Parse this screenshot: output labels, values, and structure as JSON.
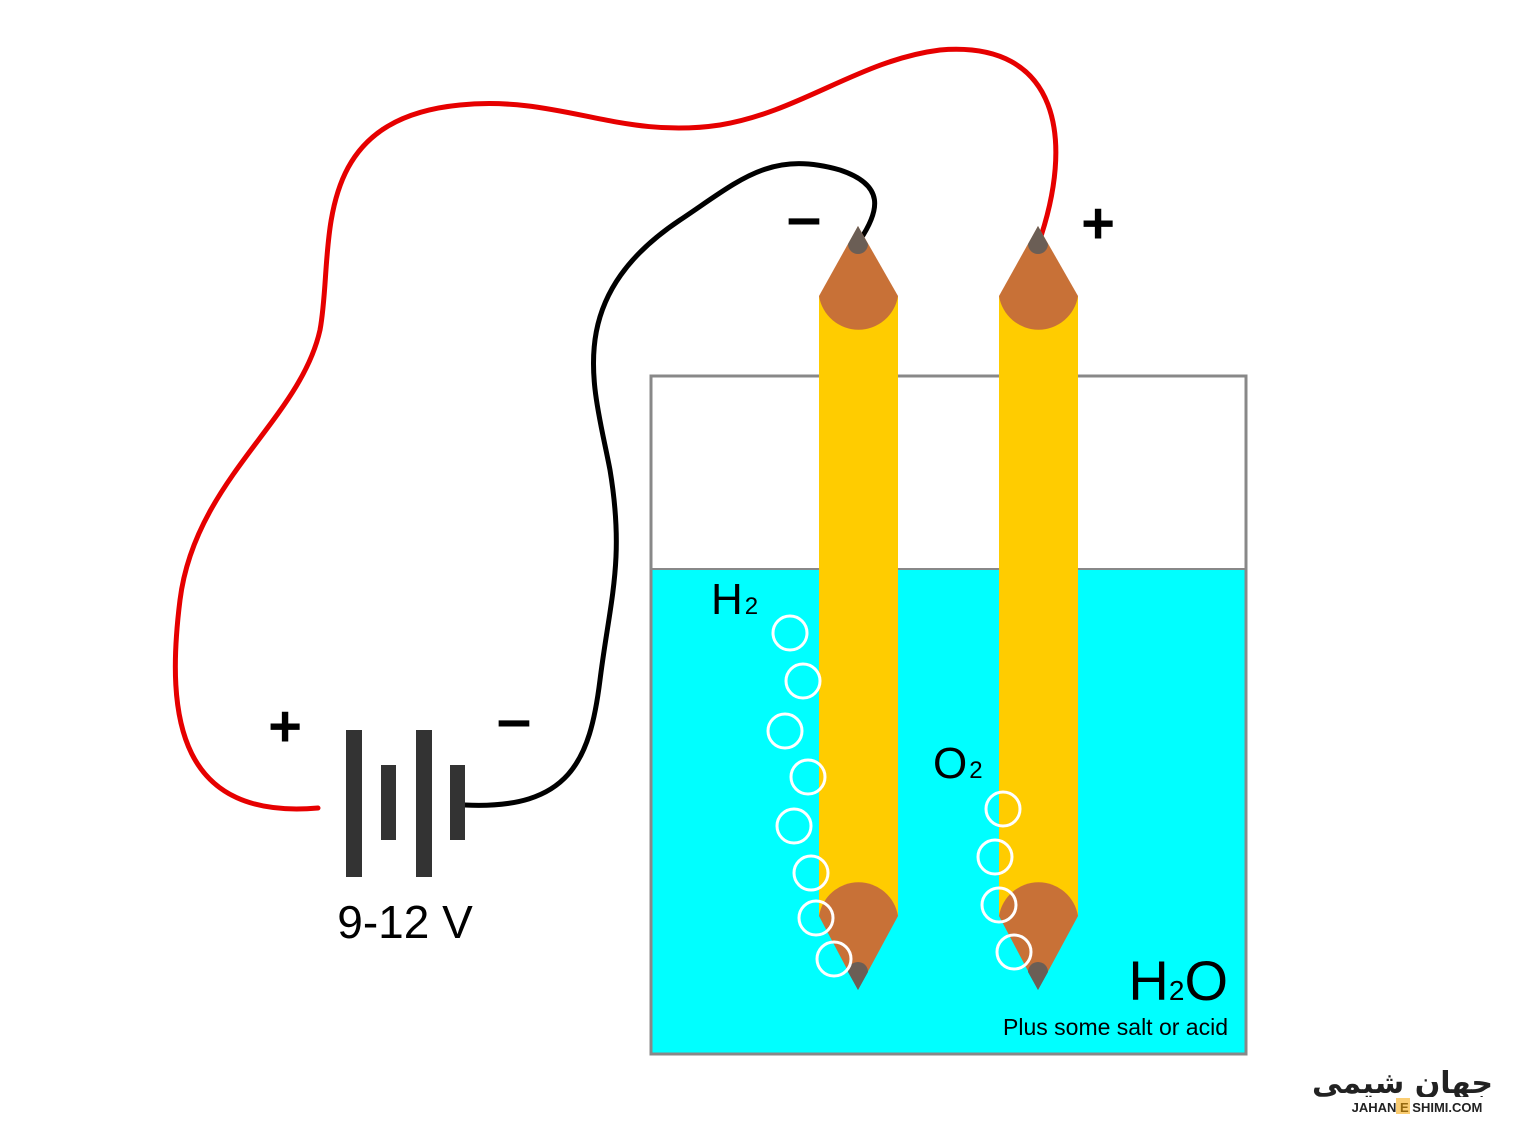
{
  "battery": {
    "positive_sign": "+",
    "negative_sign": "–",
    "voltage_label": "9-12 V"
  },
  "electrodes": {
    "cathode_sign": "–",
    "anode_sign": "+"
  },
  "gases": {
    "hydrogen": {
      "symbol": "H",
      "subscript": "2"
    },
    "oxygen": {
      "symbol": "O",
      "subscript": "2"
    }
  },
  "water": {
    "formula_main": "H",
    "formula_sub": "2",
    "formula_end": "O",
    "note": "Plus some salt or acid"
  },
  "logo": {
    "persian_text": "جهان شیمی",
    "latin_text": "JAHAN E SHIMI.COM"
  },
  "colors": {
    "water": "#00ffff",
    "pencil_body": "#ffcc00",
    "pencil_wood": "#c87137",
    "graphite": "#6b5e55",
    "red_wire": "#e60000",
    "black_wire": "#000000",
    "battery": "#333333",
    "logo_orange": "#f5a400"
  }
}
